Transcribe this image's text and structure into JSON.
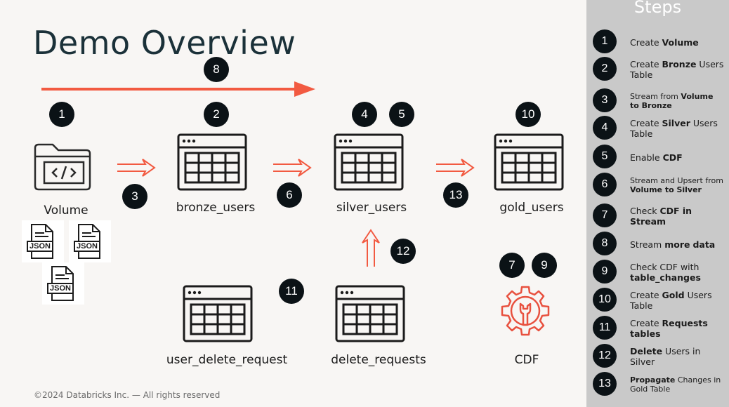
{
  "title": "Demo Overview",
  "footer": "©2024 Databricks Inc. — All rights reserved",
  "nodes": {
    "volume": "Volume",
    "bronze": "bronze_users",
    "silver": "silver_users",
    "gold": "gold_users",
    "user_delete_request": "user_delete_request",
    "delete_requests": "delete_requests",
    "cdf": "CDF"
  },
  "json_label": "JSON",
  "badges": [
    "1",
    "2",
    "3",
    "4",
    "5",
    "6",
    "7",
    "8",
    "9",
    "10",
    "11",
    "12",
    "13"
  ],
  "colors": {
    "arrow": "#f25a41",
    "badge": "#0b1216",
    "title": "#1b3139",
    "sidebar": "#c9c9c9"
  },
  "icons": [
    "folder-code-icon",
    "table-icon",
    "json-file-icon",
    "gear-wrench-icon",
    "arrow-icon"
  ],
  "sidebar": {
    "title": "Steps",
    "steps": [
      {
        "num": "1",
        "parts": [
          {
            "t": "Create "
          },
          {
            "t": "Volume",
            "b": true
          }
        ]
      },
      {
        "num": "2",
        "parts": [
          {
            "t": "Create "
          },
          {
            "t": "Bronze",
            "b": true
          },
          {
            "t": " Users Table"
          }
        ]
      },
      {
        "num": "3",
        "small": true,
        "parts": [
          {
            "t": "Stream from "
          },
          {
            "t": "Volume to Bronze",
            "b": true
          }
        ]
      },
      {
        "num": "4",
        "parts": [
          {
            "t": "Create "
          },
          {
            "t": "Silver",
            "b": true
          },
          {
            "t": " Users Table"
          }
        ]
      },
      {
        "num": "5",
        "parts": [
          {
            "t": "Enable "
          },
          {
            "t": "CDF",
            "b": true
          }
        ]
      },
      {
        "num": "6",
        "small": true,
        "parts": [
          {
            "t": "Stream and Upsert from "
          },
          {
            "t": "Volume to Silver",
            "b": true
          }
        ]
      },
      {
        "num": "7",
        "parts": [
          {
            "t": "Check "
          },
          {
            "t": "CDF in Stream",
            "b": true
          }
        ]
      },
      {
        "num": "8",
        "parts": [
          {
            "t": "Stream "
          },
          {
            "t": "more",
            "b": true
          },
          {
            "t": " "
          },
          {
            "t": "data",
            "b": true
          }
        ]
      },
      {
        "num": "9",
        "parts": [
          {
            "t": "Check CDF with "
          },
          {
            "t": "table_changes",
            "b": true
          }
        ]
      },
      {
        "num": "10",
        "parts": [
          {
            "t": "Create "
          },
          {
            "t": "Gold",
            "b": true
          },
          {
            "t": " Users Table"
          }
        ]
      },
      {
        "num": "11",
        "parts": [
          {
            "t": "Create "
          },
          {
            "t": "Requests tables",
            "b": true
          }
        ]
      },
      {
        "num": "12",
        "parts": [
          {
            "t": "Delete",
            "b": true
          },
          {
            "t": " Users in Silver"
          }
        ]
      },
      {
        "num": "13",
        "small": true,
        "parts": [
          {
            "t": "Propagate",
            "b": true
          },
          {
            "t": " Changes in Gold Table"
          }
        ]
      }
    ]
  }
}
